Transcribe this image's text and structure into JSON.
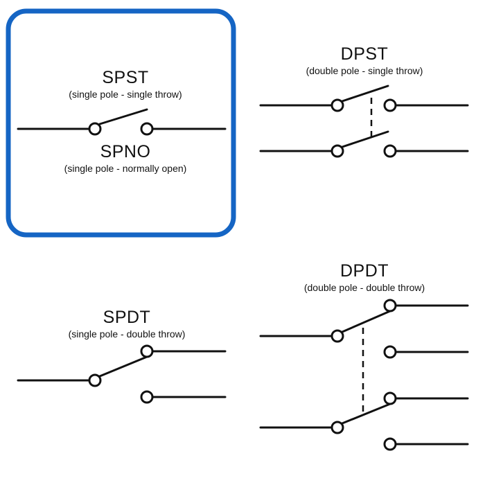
{
  "colors": {
    "highlight": "#1565c4",
    "ink": "#111111",
    "background": "#ffffff"
  },
  "panels": {
    "spst": {
      "title": "SPST",
      "subtitle": "(single pole - single throw)",
      "alt_title": "SPNO",
      "alt_subtitle": "(single pole - normally open)",
      "highlighted": true
    },
    "dpst": {
      "title": "DPST",
      "subtitle": "(double pole - single throw)"
    },
    "spdt": {
      "title": "SPDT",
      "subtitle": "(single pole - double throw)"
    },
    "dpdt": {
      "title": "DPDT",
      "subtitle": "(double pole - double throw)"
    }
  }
}
